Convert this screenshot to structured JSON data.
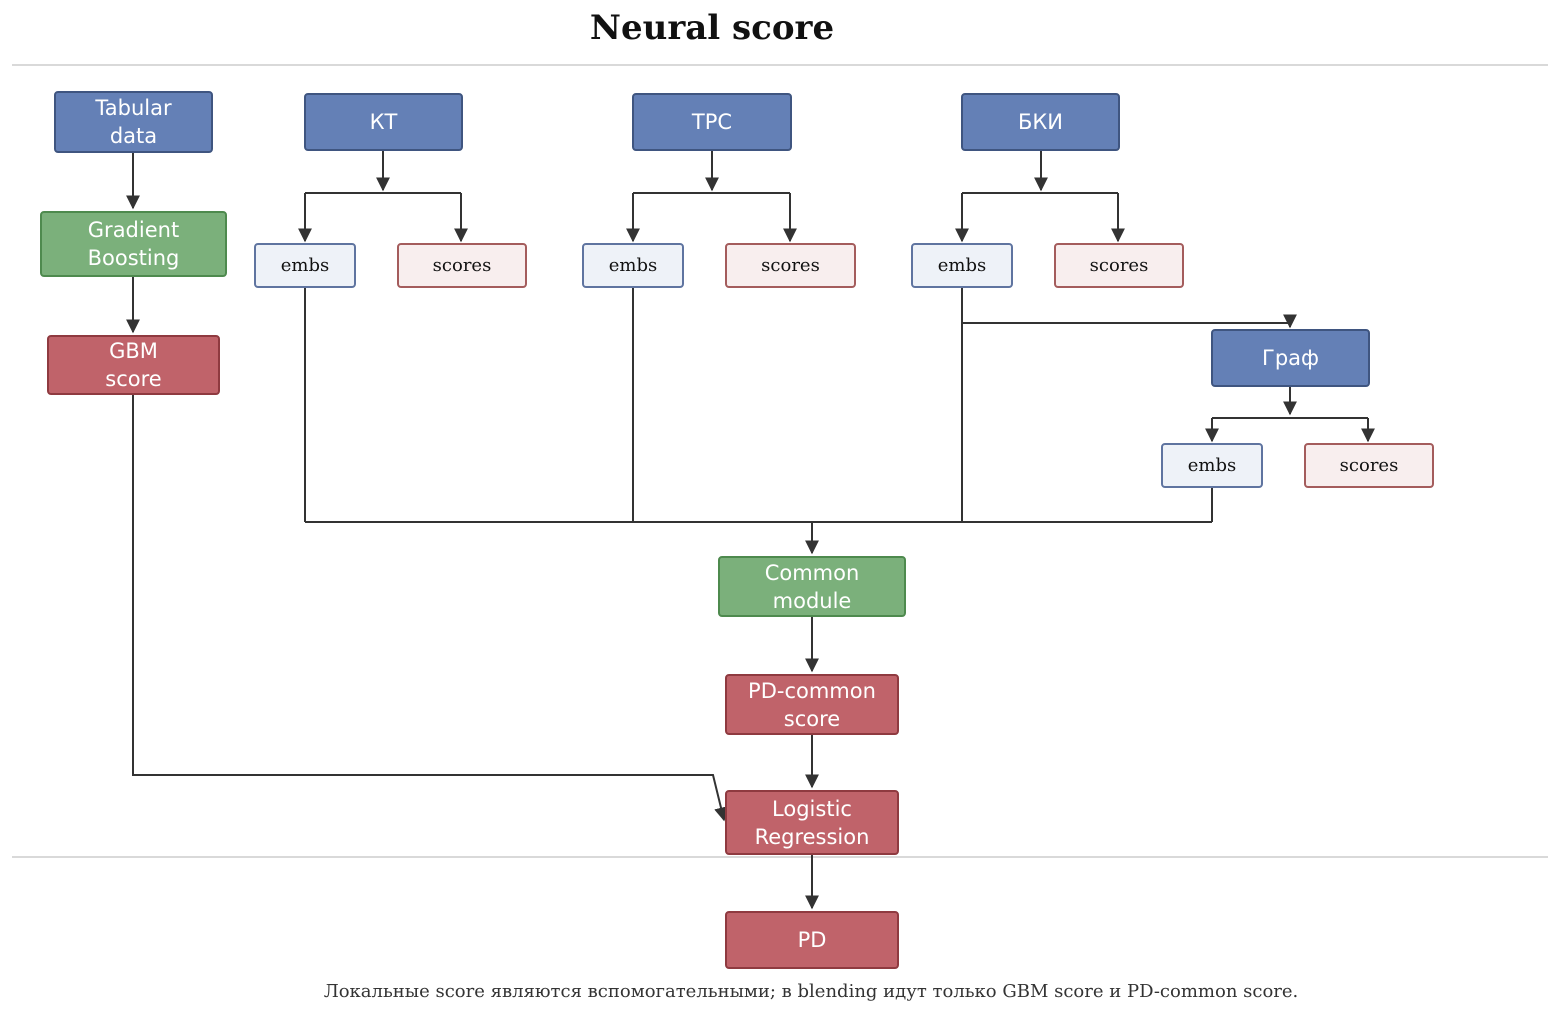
{
  "title": "Neural score",
  "nodes": {
    "tabular_data": "Tabular\ndata",
    "gradient_boosting": "Gradient\nBoosting",
    "gbm_score": "GBM\nscore",
    "kt": "КТ",
    "trs": "ТРС",
    "bki": "БКИ",
    "kt_embs": "embs",
    "kt_scores": "scores",
    "trs_embs": "embs",
    "trs_scores": "scores",
    "bki_embs": "embs",
    "bki_scores": "scores",
    "graph": "Граф",
    "graph_embs": "embs",
    "graph_scores": "scores",
    "common_module": "Common\nmodule",
    "pd_common_score": "PD-common\nscore",
    "logistic_regression": "Logistic\nRegression",
    "pd": "PD"
  },
  "caption": "Локальные score являются вспомогательными; в blending идут только GBM score и PD-common score.",
  "colors": {
    "source": "#6480b6",
    "model": "#7bb07b",
    "score": "#c0636a",
    "embs": "#eef2f8",
    "local_scores": "#f8eeee",
    "edge": "#333333"
  }
}
